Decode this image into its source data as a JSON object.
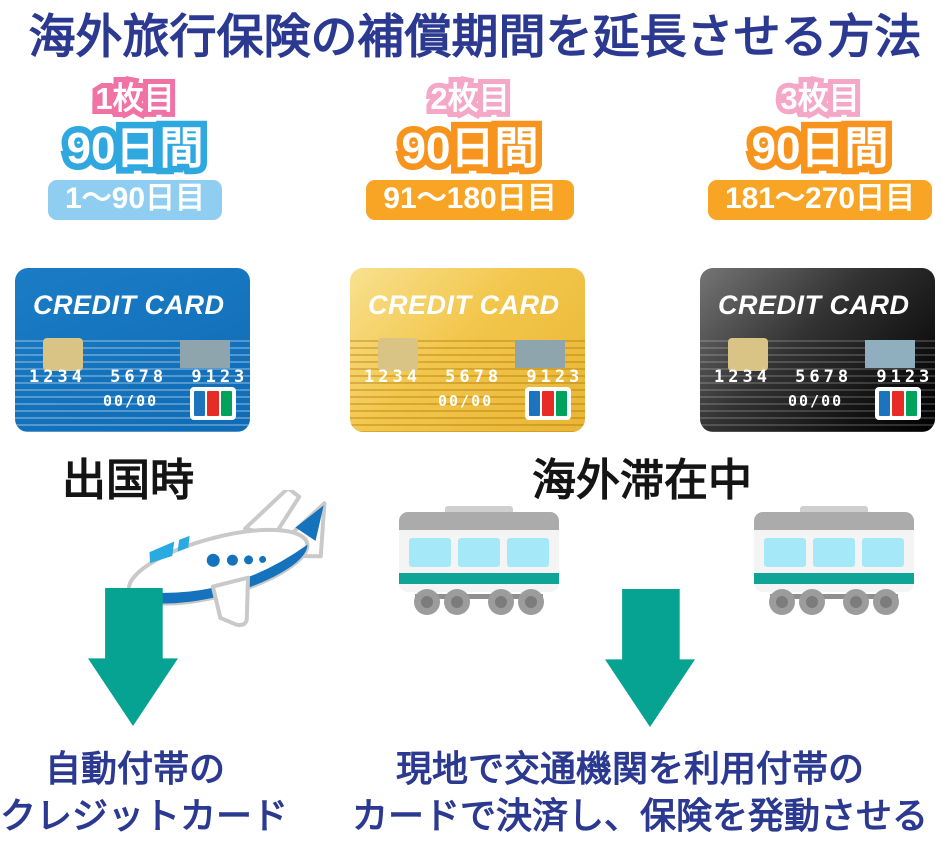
{
  "title": "海外旅行保険の補償期間を延長させる方法",
  "colors": {
    "navy": "#2B3990",
    "pink-strong": "#F172A5",
    "pink-light": "#F4A7C7",
    "blue-outline": "#2FA8E0",
    "blue-badge": "#8FCEF0",
    "orange-outline": "#F7941E",
    "orange-badge": "#F8A425",
    "teal-arrow": "#07A392",
    "card-blue": "#1273BE",
    "card-gold": "#F2C64B",
    "card-black": "#2B2B2B",
    "train-teal": "#0FA496",
    "train-window": "#A5E9F9"
  },
  "columns": [
    {
      "card_label": "1枚目",
      "duration": "90日間",
      "day_range": "1〜90日目"
    },
    {
      "card_label": "2枚目",
      "duration": "90日間",
      "day_range": "91〜180日目"
    },
    {
      "card_label": "3枚目",
      "duration": "90日間",
      "day_range": "181〜270日目"
    }
  ],
  "credit_card": {
    "brand": "CREDIT CARD",
    "number": "1234 5678 9123",
    "expiry": "00/00"
  },
  "phases": {
    "departure": "出国時",
    "overseas": "海外滞在中"
  },
  "icons": {
    "departure": "airplane-icon",
    "overseas": "train-icon",
    "flow": "down-arrow-icon"
  },
  "notes": {
    "left_line1": "自動付帯の",
    "left_line2": "クレジットカード",
    "right_line1": "現地で交通機関を利用付帯の",
    "right_line2": "カードで決済し、保険を発動させる"
  }
}
